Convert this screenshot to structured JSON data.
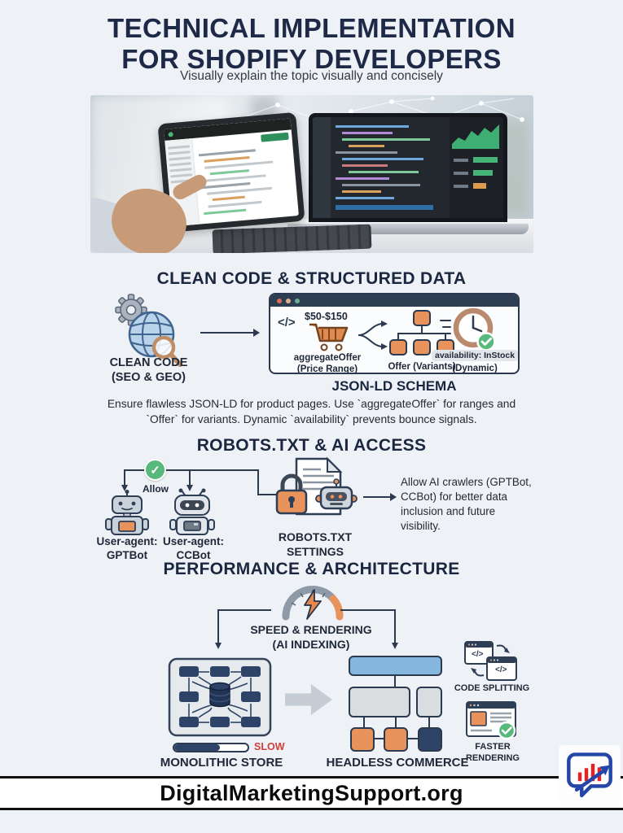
{
  "page": {
    "title_line1": "TECHNICAL IMPLEMENTATION",
    "title_line2": "FOR SHOPIFY DEVELOPERS",
    "subtitle": "Visually explain the topic visually and concisely"
  },
  "clean_code": {
    "heading": "CLEAN CODE & STRUCTURED DATA",
    "icon_label_line1": "CLEAN CODE",
    "icon_label_line2": "(SEO & GEO)",
    "code_glyph": "</>",
    "price_range": "$50-$150",
    "aggregate_line1": "aggregateOffer",
    "aggregate_line2": "(Price Range)",
    "offer_label": "Offer (Variants)",
    "availability_line1": "availability: InStock",
    "availability_line2": "(Dynamic)",
    "panel_caption": "JSON-LD SCHEMA",
    "body": "Ensure flawless JSON-LD for product pages. Use `aggregateOffer` for ranges and `Offer` for variants. Dynamic `availability` prevents bounce signals."
  },
  "robots": {
    "heading": "ROBOTS.TXT & AI ACCESS",
    "allow_label": "Allow",
    "bot1_line1": "User-agent:",
    "bot1_line2": "GPTBot",
    "bot2_line1": "User-agent:",
    "bot2_line2": "CCBot",
    "settings_line1": "ROBOTS.TXT",
    "settings_line2": "SETTINGS",
    "note": "Allow AI crawlers (GPTBot, CCBot) for better data inclusion and future visibility."
  },
  "performance": {
    "heading": "PERFORMANCE & ARCHITECTURE",
    "gauge_line1": "SPEED & RENDERING",
    "gauge_line2": "(AI INDEXING)",
    "slow_label": "SLOW",
    "monolithic_label": "MONOLITHIC STORE",
    "headless_label": "HEADLESS COMMERCE",
    "code_splitting_label": "CODE SPLITTING",
    "code_glyph_1": "</>",
    "code_glyph_2": "</>",
    "faster_rendering_label": "FASTER RENDERING"
  },
  "footer": {
    "site": "DigitalMarketingSupport.org"
  },
  "colors": {
    "navy": "#1d2946",
    "accent_orange": "#e8935c",
    "green": "#57b97c",
    "red": "#d23f3a",
    "blue": "#85b6de"
  }
}
